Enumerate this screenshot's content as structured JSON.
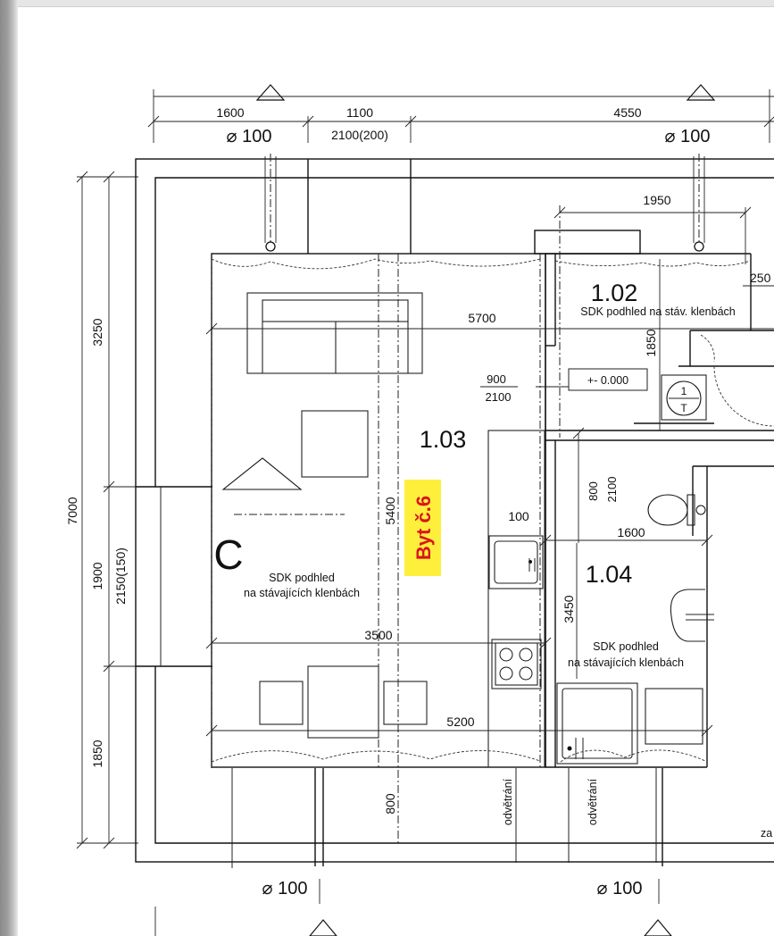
{
  "rooms": {
    "r102": {
      "number": "1.02",
      "note": "SDK podhled na stáv. klenbách"
    },
    "r103": {
      "number": "1.03",
      "note_line1": "SDK podhled",
      "note_line2": "na stávajících klenbách"
    },
    "r104": {
      "number": "1.04",
      "note_line1": "SDK podhled",
      "note_line2": "na stávajících klenbách"
    }
  },
  "apartment_label": "Byt č.6",
  "section_mark": "C",
  "level_mark": "+- 0.000",
  "wc_symbol": {
    "top": "1",
    "bottom": "T"
  },
  "vent_label": "odvětrání",
  "edge_label": "za",
  "pipes": [
    "⌀ 100",
    "⌀ 100",
    "⌀ 100",
    "⌀ 100"
  ],
  "dims": {
    "top_1600": "1600",
    "top_1100": "1100",
    "top_4550": "4550",
    "door_2100_200": "2100(200)",
    "d1950": "1950",
    "d250": "250",
    "d5700": "5700",
    "d1850_room": "1850",
    "door_900": "900",
    "door_2100": "2100",
    "d800_door": "800",
    "d2100_door": "2100",
    "d5400": "5400",
    "d100": "100",
    "d1600": "1600",
    "d3450": "3450",
    "d3500": "3500",
    "d5200": "5200",
    "d800_bottom": "800",
    "left_3250": "3250",
    "left_7000": "7000",
    "left_1900": "1900",
    "left_2150_150": "2150(150)",
    "left_1850": "1850"
  },
  "colors": {
    "highlight": "#ffef3d",
    "highlight_text": "#d9141c",
    "line": "#111111"
  }
}
